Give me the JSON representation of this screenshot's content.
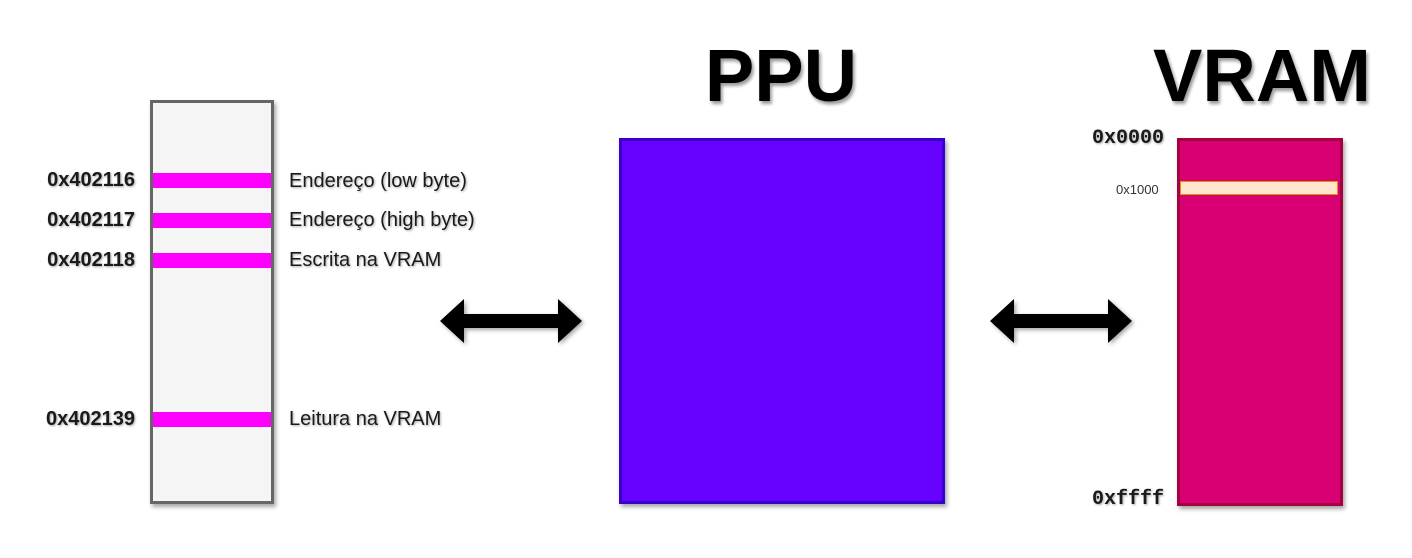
{
  "registers": [
    {
      "address": "0x402116",
      "description": "Endereço (low byte)"
    },
    {
      "address": "0x402117",
      "description": "Endereço (high byte)"
    },
    {
      "address": "0x402118",
      "description": "Escrita na VRAM"
    },
    {
      "address": "0x402139",
      "description": "Leitura na VRAM"
    }
  ],
  "ppu": {
    "title": "PPU",
    "color": "#6600ff"
  },
  "vram": {
    "title": "VRAM",
    "color": "#d80073",
    "start_address": "0x0000",
    "end_address": "0xffff",
    "slot_address": "0x1000",
    "slot_color": "#ffe6cc"
  },
  "register_bar_color": "#ff00ff",
  "arrow_icon": "double-headed-arrow-icon"
}
